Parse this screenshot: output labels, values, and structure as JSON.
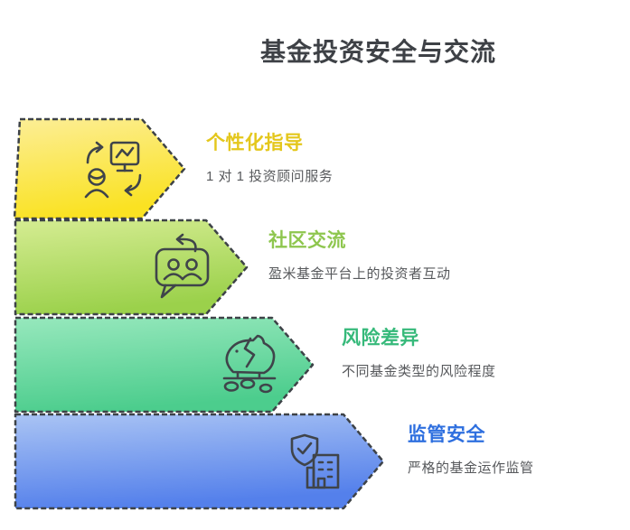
{
  "page_title": "基金投资安全与交流",
  "colors": {
    "background": "#ffffff",
    "page_title_text": "#3e4146",
    "description_text": "#57595c",
    "outline": "#3d4247"
  },
  "banners": [
    {
      "title": "个性化指导",
      "description": "1 对 1 投资顾问服务",
      "title_color": "#e4c71c",
      "fill_light": "#fcee96",
      "fill_dark": "#fae222",
      "icon": "person-screen-exchange-icon"
    },
    {
      "title": "社区交流",
      "description": "盈米基金平台上的投资者互动",
      "title_color": "#8ec64e",
      "fill_light": "#d5ec92",
      "fill_dark": "#9bd14b",
      "icon": "community-chat-icon"
    },
    {
      "title": "风险差异",
      "description": "不同基金类型的风险程度",
      "title_color": "#36b97a",
      "fill_light": "#97e8bd",
      "fill_dark": "#4ccd8d",
      "icon": "broken-piggy-bank-icon"
    },
    {
      "title": "监管安全",
      "description": "严格的基金运作监管",
      "title_color": "#2e6fdf",
      "fill_light": "#aac4f4",
      "fill_dark": "#5480eb",
      "icon": "shield-building-icon"
    }
  ]
}
